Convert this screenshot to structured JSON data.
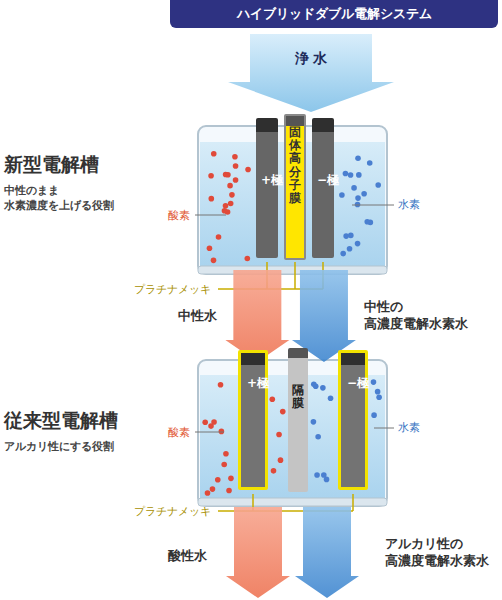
{
  "diagram": {
    "title": "ハイブリッドダブル電解システム",
    "nodes": [
      {
        "text": [
          "新型電解槽",
          "中性のまま 水素濃度を上げる役割"
        ]
      },
      {
        "text": [
          "+極"
        ],
        "in": 0
      },
      {
        "text": [
          "固体高分子膜"
        ],
        "in": 0
      },
      {
        "text": [
          "−極"
        ],
        "in": 0
      },
      {
        "text": [
          "従来型電解槽",
          "アルカリ性にする役割"
        ]
      },
      {
        "text": [
          "+極"
        ],
        "in": 4
      },
      {
        "text": [
          "隔膜"
        ],
        "in": 4
      },
      {
        "text": [
          "−極"
        ],
        "in": 4
      }
    ],
    "edges": [
      {
        "from": 0,
        "to": 4,
        "arrow": "to",
        "label": "中性水"
      },
      {
        "from": 0,
        "to": 4,
        "arrow": "to",
        "label": "中性の 高濃度電解水素水"
      }
    ],
    "labels": [
      "浄 水",
      "酸素",
      "水素",
      "プラチナメッキ",
      "酸素",
      "水素",
      "プラチナメッキ",
      "酸性水",
      "アルカリ性の 高濃度電解水素水"
    ]
  }
}
